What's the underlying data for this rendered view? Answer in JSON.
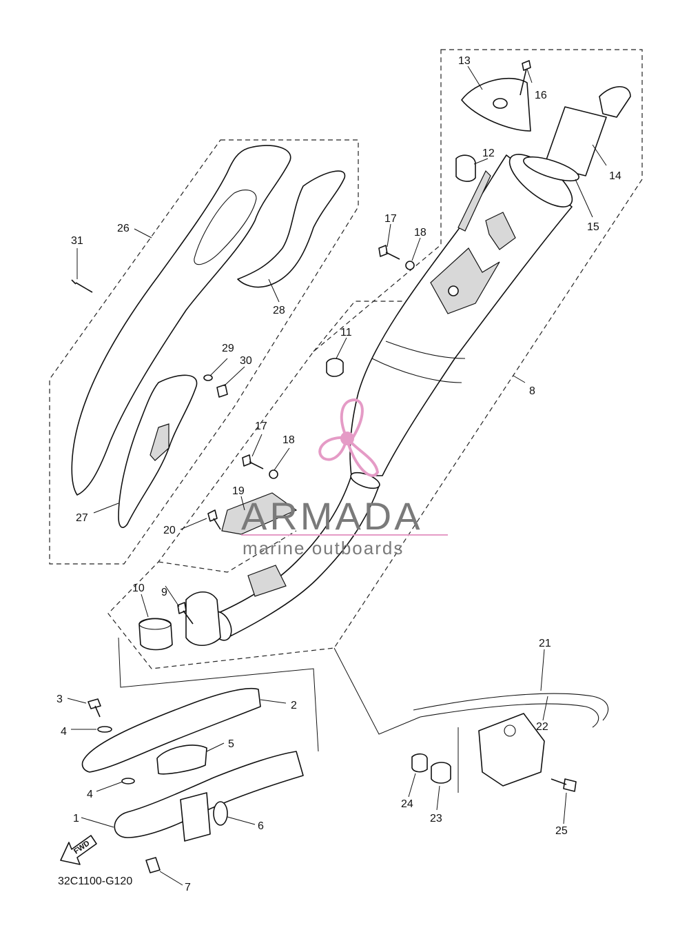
{
  "diagram_code": "32C1100-G120",
  "fwd_label": "FWD",
  "watermark": {
    "brand": "ARMADA",
    "tagline": "marine outboards",
    "logo_color": "#e59bc6",
    "text_color": "#7a7a7a"
  },
  "callouts": [
    "1",
    "2",
    "3",
    "4",
    "4",
    "5",
    "6",
    "7",
    "8",
    "9",
    "10",
    "11",
    "12",
    "13",
    "14",
    "15",
    "16",
    "17",
    "17",
    "18",
    "18",
    "19",
    "20",
    "21",
    "22",
    "23",
    "24",
    "25",
    "26",
    "27",
    "28",
    "29",
    "30",
    "31"
  ]
}
